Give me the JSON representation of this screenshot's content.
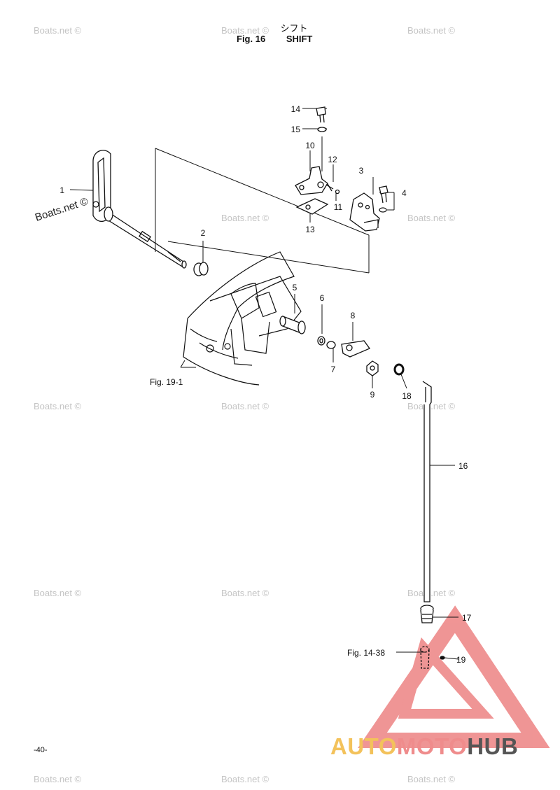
{
  "header": {
    "title_jp": "シフト",
    "fig_number": "Fig. 16",
    "title_en": "SHIFT"
  },
  "callouts": [
    "1",
    "2",
    "3",
    "4",
    "5",
    "6",
    "7",
    "8",
    "9",
    "10",
    "11",
    "12",
    "13",
    "14",
    "15",
    "16",
    "17",
    "18",
    "19"
  ],
  "references": {
    "fig_19_1": "Fig. 19-1",
    "fig_14_38": "Fig. 14-38"
  },
  "watermark": "Boats.net ©",
  "brand": {
    "part1": "AUTO",
    "part2": "MOTO",
    "part3": "HUB",
    "colors": {
      "auto": "#f3c25b",
      "moto": "#ef8c8c",
      "hub": "#555555",
      "triangle": "#ee8a8a"
    }
  },
  "page_number": "-40-"
}
